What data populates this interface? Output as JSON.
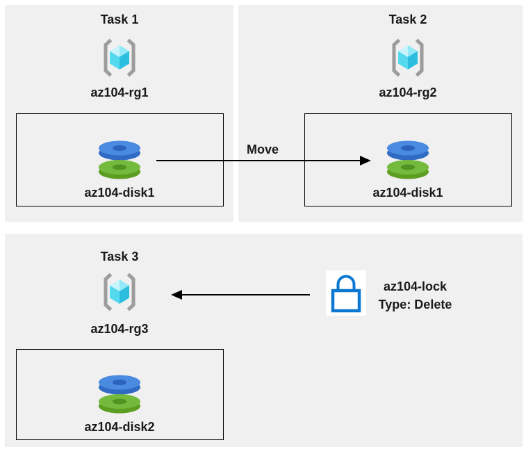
{
  "panels": [
    {
      "title": "Task 1",
      "resource_group_label": "az104-rg1",
      "disk_label": "az104-disk1"
    },
    {
      "title": "Task 2",
      "resource_group_label": "az104-rg2",
      "disk_label": "az104-disk1"
    },
    {
      "title": "Task 3",
      "resource_group_label": "az104-rg3",
      "disk_label": "az104-disk2"
    }
  ],
  "arrows": {
    "move_label": "Move"
  },
  "lock": {
    "name_label": "az104-lock",
    "type_label": "Type: Delete"
  },
  "icons": {
    "resource_group": "resource-group-icon",
    "disk": "managed-disk-icon",
    "lock": "lock-icon"
  },
  "colors": {
    "panel_background": "#f0f0f0",
    "box_border": "#000000",
    "text": "#1a1a1a",
    "arrow": "#000000",
    "bracket_gray": "#9c9c9c",
    "cube_cyan_light": "#c9f4fc",
    "cube_cyan_mid": "#93e9f7",
    "cube_cyan": "#55d9ef",
    "cube_cyan_dark": "#2bbede",
    "disk_blue_top": "#4a8be0",
    "disk_blue_side": "#2f6bc4",
    "disk_blue_hole": "#2b62ba",
    "disk_green_top": "#73ba3d",
    "disk_green_side": "#5d9e22",
    "disk_green_hole": "#4f9320",
    "lock_blue": "#0b77d0"
  }
}
